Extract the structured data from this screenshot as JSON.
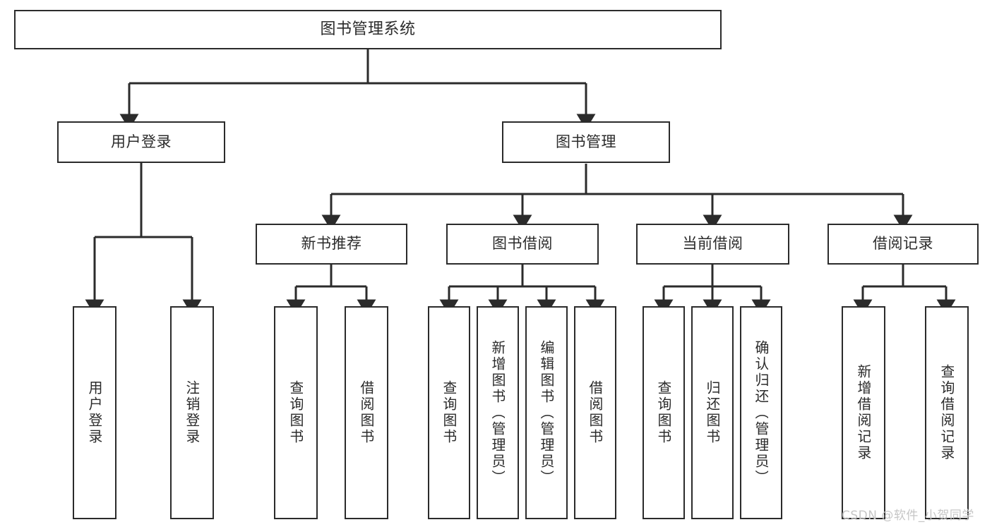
{
  "diagram": {
    "title": "图书管理系统",
    "type": "hierarchy-tree",
    "line_color": "#2b2b2b",
    "box_fill": "#ffffff",
    "text_color": "#2b2b2b",
    "watermark": "CSDN @软件_小贺同学"
  },
  "nodes": {
    "root": {
      "label": "图书管理系统"
    },
    "level2": [
      {
        "label": "用户登录"
      },
      {
        "label": "图书管理"
      }
    ],
    "level3": [
      {
        "label": "新书推荐"
      },
      {
        "label": "图书借阅"
      },
      {
        "label": "当前借阅"
      },
      {
        "label": "借阅记录"
      }
    ],
    "leaves": {
      "user_login": [
        {
          "label": "用户登录"
        },
        {
          "label": "注销登录"
        }
      ],
      "new_book_recommend": [
        {
          "label": "查询图书"
        },
        {
          "label": "借阅图书"
        }
      ],
      "book_borrow": [
        {
          "label": "查询图书"
        },
        {
          "label": "新增图书（管理员）"
        },
        {
          "label": "编辑图书（管理员）"
        },
        {
          "label": "借阅图书"
        }
      ],
      "current_borrow": [
        {
          "label": "查询图书"
        },
        {
          "label": "归还图书"
        },
        {
          "label": "确认归还（管理员）"
        }
      ],
      "borrow_record": [
        {
          "label": "新增借阅记录"
        },
        {
          "label": "查询借阅记录"
        }
      ]
    }
  }
}
